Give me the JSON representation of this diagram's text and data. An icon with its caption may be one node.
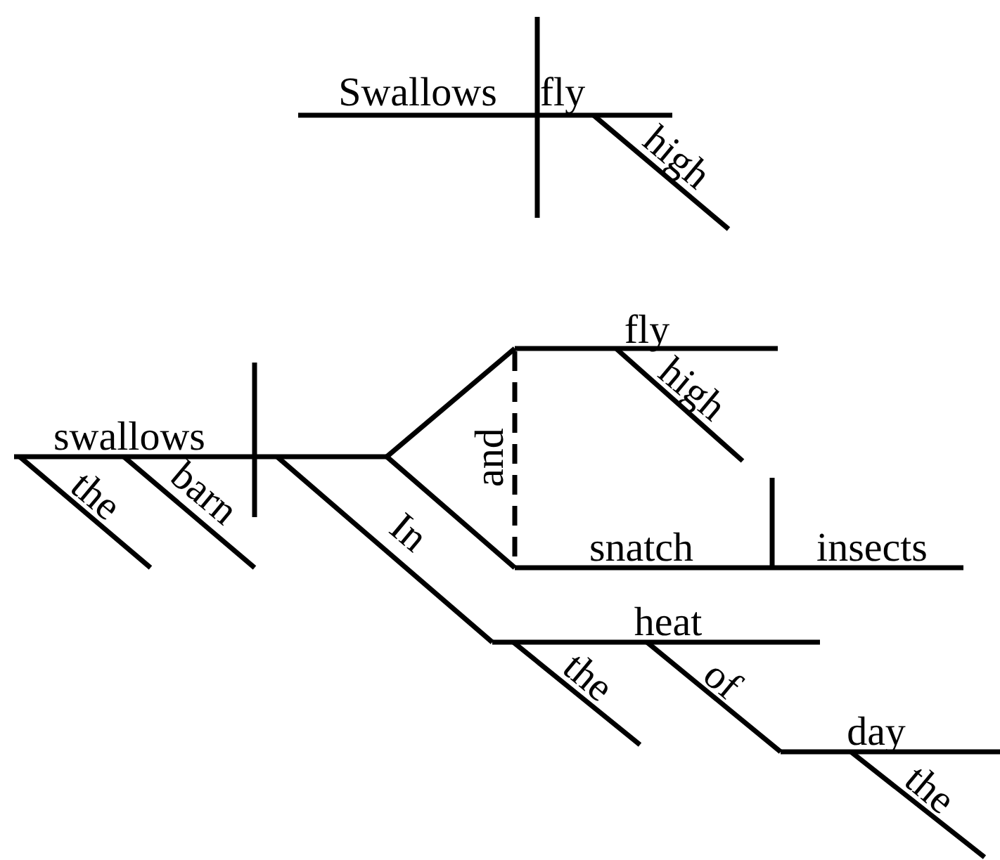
{
  "diagram": {
    "labels": [
      "Swallows",
      "fly",
      "high",
      "fly",
      "high",
      "swallows",
      "and",
      "the",
      "barn",
      "In",
      "snatch",
      "insects",
      "heat",
      "the",
      "of",
      "day",
      "the"
    ]
  }
}
